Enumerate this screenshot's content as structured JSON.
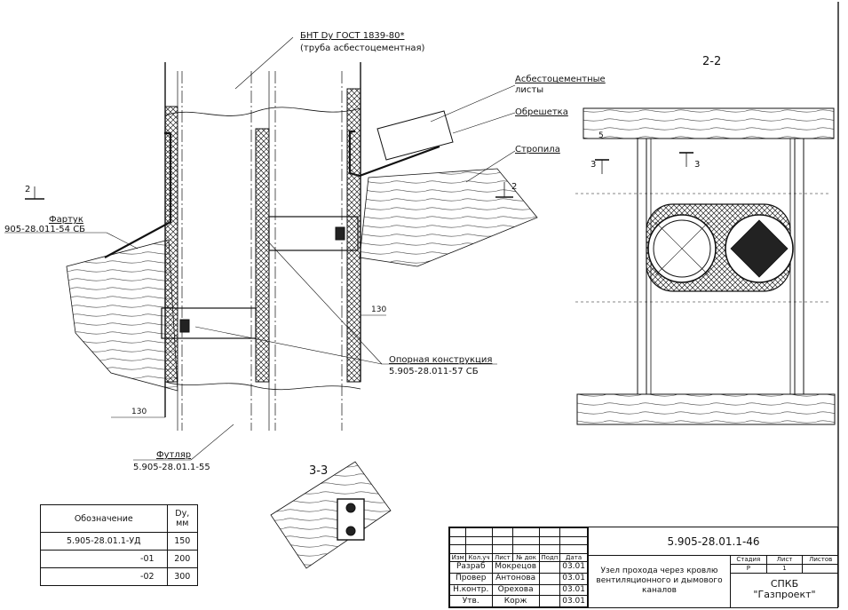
{
  "labels": {
    "pipe_spec": "БНТ Dy ГОСТ 1839-80*",
    "pipe_note": "(труба асбестоцементная)",
    "asbestos_sheets_1": "Асбестоцементные",
    "asbestos_sheets_2": "листы",
    "lathing": "Обрешетка",
    "rafter": "Стропила",
    "apron": "Фартук",
    "apron_code": "905-28.011-54 СБ",
    "support": "Опорная конструкция",
    "support_code": "5.905-28.011-57 СБ",
    "sleeve": "Футляр",
    "sleeve_code": "5.905-28.01.1-55",
    "dim_130_right": "130",
    "dim_130_bottom": "130",
    "dim_5": "5"
  },
  "sections": {
    "s22": "2-2",
    "s33": "3-3",
    "cut2_left": "2",
    "cut2_right": "2",
    "cut3_left": "3",
    "cut3_right": "3"
  },
  "spec_table": {
    "header_name": "Обозначение",
    "header_dy": "Dy, мм",
    "rows": [
      {
        "name": "5.905-28.01.1-УД",
        "dy": "150"
      },
      {
        "name": "-01",
        "dy": "200"
      },
      {
        "name": "-02",
        "dy": "300"
      }
    ]
  },
  "stamp": {
    "doc_code": "5.905-28.01.1-46",
    "title": "Узел прохода через кровлю вентиляционного и дымового каналов",
    "head": [
      "Изм",
      "Кол.уч",
      "Лист",
      "№ док",
      "Подп",
      "Дата"
    ],
    "people": [
      {
        "role": "Разраб",
        "name": "Мокрецов",
        "date": "03.01"
      },
      {
        "role": "Провер",
        "name": "Антонова",
        "date": "03.01"
      },
      {
        "role": "Н.контр.",
        "name": "Орехова",
        "date": "03.01"
      },
      {
        "role": "Утв.",
        "name": "Корж",
        "date": "03.01"
      }
    ],
    "stage_label": "Стадия",
    "sheet_label": "Лист",
    "sheets_label": "Листов",
    "stage": "Р",
    "sheet": "1",
    "org_1": "СПКБ",
    "org_2": "\"Газпроект\""
  }
}
